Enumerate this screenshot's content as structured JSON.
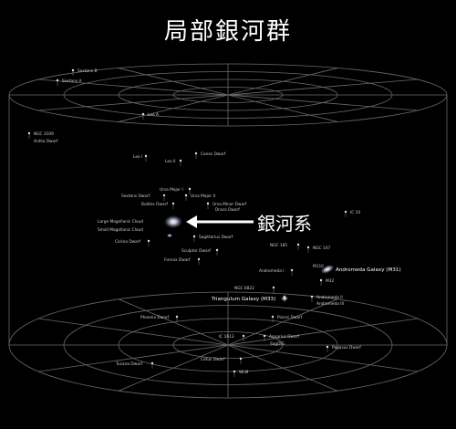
{
  "title": "局部銀河群",
  "milky_way_label": "銀河系",
  "galaxies": [
    {
      "id": "sextans-b",
      "label": "Sextans B"
    },
    {
      "id": "sextans-a",
      "label": "Sextans A"
    },
    {
      "id": "leo-a",
      "label": "Leo A"
    },
    {
      "id": "ngc-3109",
      "label": "NGC 3109"
    },
    {
      "id": "antlia-dwarf",
      "label": "Antlia Dwarf"
    },
    {
      "id": "canes-dwarf",
      "label": "Canes Dwarf"
    },
    {
      "id": "leo-i",
      "label": "Leo I"
    },
    {
      "id": "leo-ii",
      "label": "Leo II"
    },
    {
      "id": "ursa-major-i",
      "label": "Ursa Major I"
    },
    {
      "id": "sextans-dwarf",
      "label": "Sextans Dwarf"
    },
    {
      "id": "ursa-major-ii",
      "label": "Ursa Major II"
    },
    {
      "id": "bootes-dwarf",
      "label": "Boötes Dwarf"
    },
    {
      "id": "ursa-minor-dwarf",
      "label": "Ursa Minor Dwarf"
    },
    {
      "id": "draco-dwarf",
      "label": "Draco Dwarf"
    },
    {
      "id": "lmc",
      "label": "Large Magellanic Cloud"
    },
    {
      "id": "smc",
      "label": "Small Magellanic Cloud"
    },
    {
      "id": "sagittarius-dwarf",
      "label": "Sagittarius Dwarf"
    },
    {
      "id": "carina-dwarf",
      "label": "Carina Dwarf"
    },
    {
      "id": "sculptor-dwarf",
      "label": "Sculptor Dwarf"
    },
    {
      "id": "fornax-dwarf",
      "label": "Fornax Dwarf"
    },
    {
      "id": "ic-10",
      "label": "IC 10"
    },
    {
      "id": "ngc-185",
      "label": "NGC 185"
    },
    {
      "id": "ngc-147",
      "label": "NGC 147"
    },
    {
      "id": "andromeda-i",
      "label": "Andromeda I"
    },
    {
      "id": "m110",
      "label": "M110"
    },
    {
      "id": "andromeda",
      "label": "Andromeda Galaxy (M31)"
    },
    {
      "id": "m32",
      "label": "M32"
    },
    {
      "id": "ngc-6822",
      "label": "NGC 6822"
    },
    {
      "id": "triangulum",
      "label": "Triangulum Galaxy (M33)"
    },
    {
      "id": "andromeda-ii",
      "label": "Andromeda II"
    },
    {
      "id": "andromeda-iii",
      "label": "Andromeda III"
    },
    {
      "id": "phoenix-dwarf",
      "label": "Phoenix Dwarf"
    },
    {
      "id": "pisces-dwarf",
      "label": "Pisces Dwarf"
    },
    {
      "id": "ic-1613",
      "label": "IC 1613"
    },
    {
      "id": "aquarius-dwarf",
      "label": "Aquarius Dwarf"
    },
    {
      "id": "sagdig",
      "label": "SagDIG"
    },
    {
      "id": "pegasus-dwarf",
      "label": "Pegasus Dwarf"
    },
    {
      "id": "tucana-dwarf",
      "label": "Tucana Dwarf"
    },
    {
      "id": "cetus-dwarf",
      "label": "Cetus Dwarf"
    },
    {
      "id": "wlm",
      "label": "WLM"
    }
  ]
}
